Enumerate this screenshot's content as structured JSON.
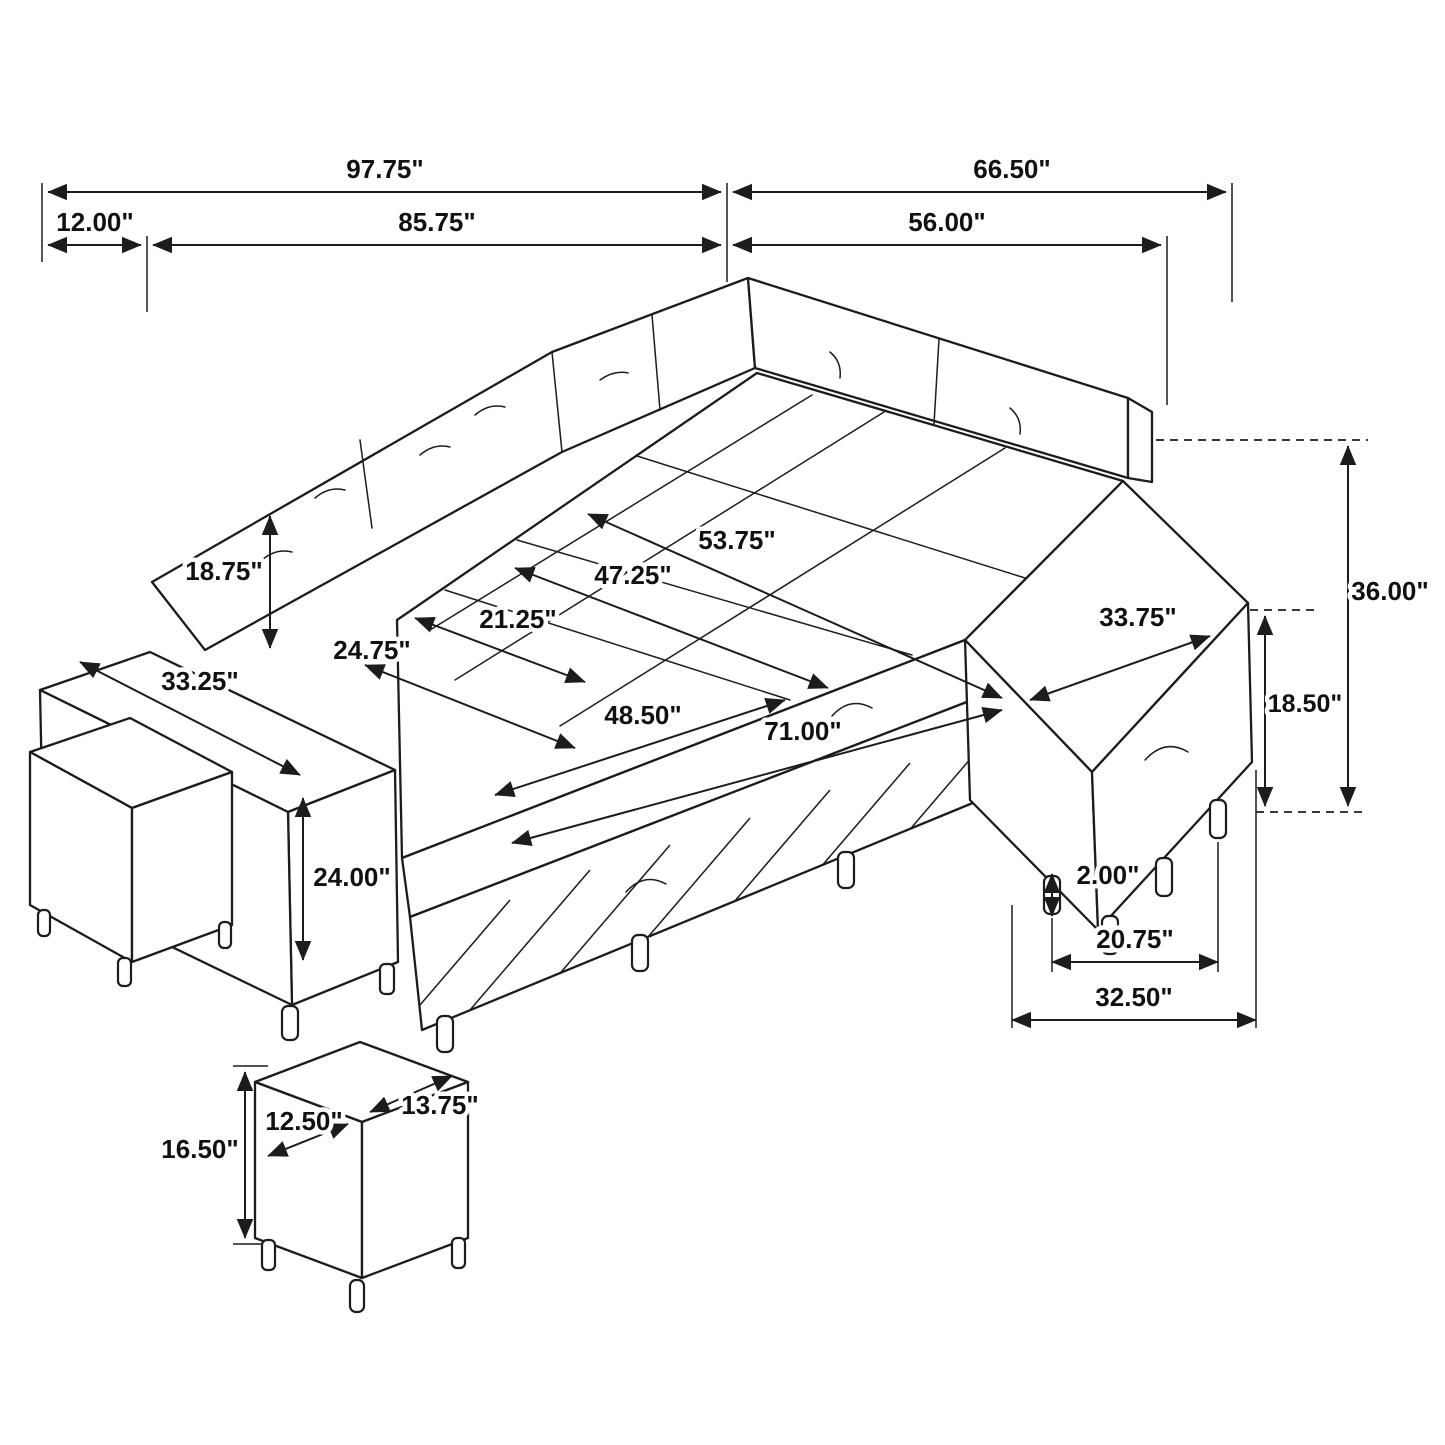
{
  "diagram": {
    "subject": "sleeper-sectional-with-storage-chaise-and-ottoman",
    "unit": "inches",
    "dims": {
      "overall_width": "97.75\"",
      "overall_depth": "66.50\"",
      "left_arm_width": "12.00\"",
      "seat_width": "85.75\"",
      "chaise_depth": "56.00\"",
      "back_cushion_height": "18.75\"",
      "bed_width": "53.75\"",
      "seat_depth_back": "47.25\"",
      "seat_cushion_depth": "21.25\"",
      "seat_depth_front": "24.75\"",
      "armrest_length": "33.25\"",
      "overall_height": "36.00\"",
      "chaise_top_length": "33.75\"",
      "seat_height": "18.50\"",
      "bed_inner_length": "48.50\"",
      "bed_length": "71.00\"",
      "armrest_height": "24.00\"",
      "leg_height": "2.00\"",
      "drawer_width": "20.75\"",
      "storage_width": "32.50\"",
      "ottoman_height": "16.50\"",
      "ottoman_width": "12.50\"",
      "ottoman_depth": "13.75\""
    }
  }
}
